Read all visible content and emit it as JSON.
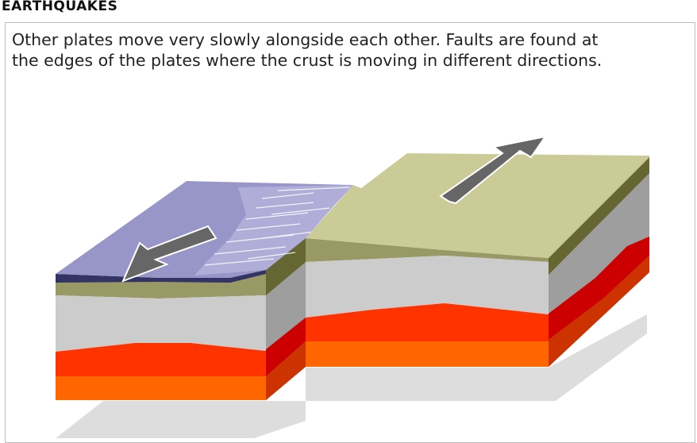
{
  "header": {
    "title": "EARTHQUAKES"
  },
  "caption": {
    "line1": "Other plates move very slowly alongside each other. Faults are found at",
    "line2": "the edges of the plates where the crust is moving in different directions."
  },
  "diagram": {
    "colors": {
      "water": "#9896c8",
      "land": "#cbcb97",
      "soil": "#999966",
      "rock": "#cccccc",
      "mantle_upper": "#ff3300",
      "mantle_lower": "#ff6600",
      "shadow": "#dddddd",
      "arrow": "#666666"
    },
    "icons": [
      "arrow-down-left-icon",
      "arrow-up-right-icon"
    ]
  }
}
